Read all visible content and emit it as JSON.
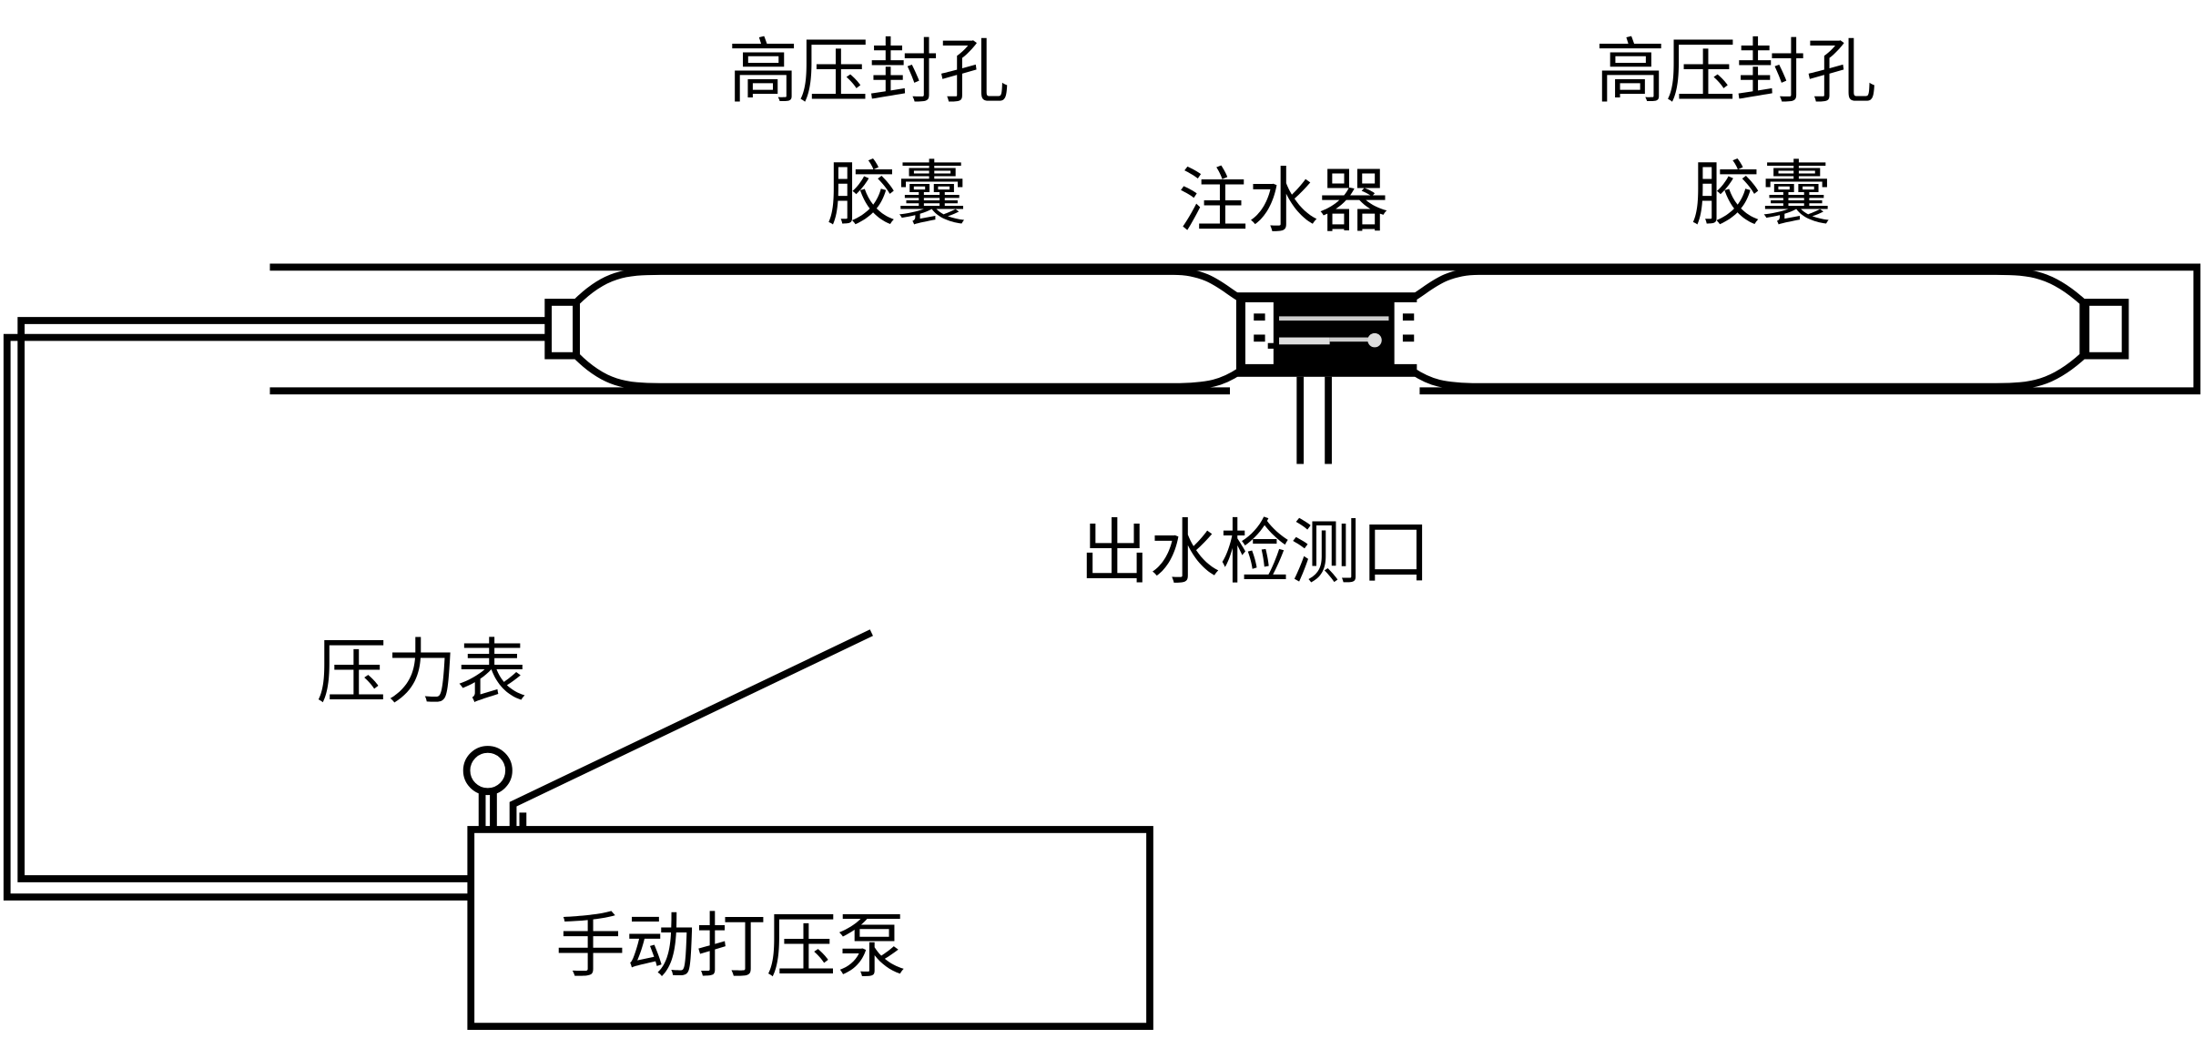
{
  "labels": {
    "left_packer_line1": "高压封孔",
    "left_packer_line2": "胶囊",
    "injector": "注水器",
    "right_packer_line1": "高压封孔",
    "right_packer_line2": "胶囊",
    "outlet": "出水检测口",
    "gauge": "压力表",
    "pump": "手动打压泵"
  },
  "colors": {
    "stroke": "#000000",
    "background": "#ffffff"
  }
}
